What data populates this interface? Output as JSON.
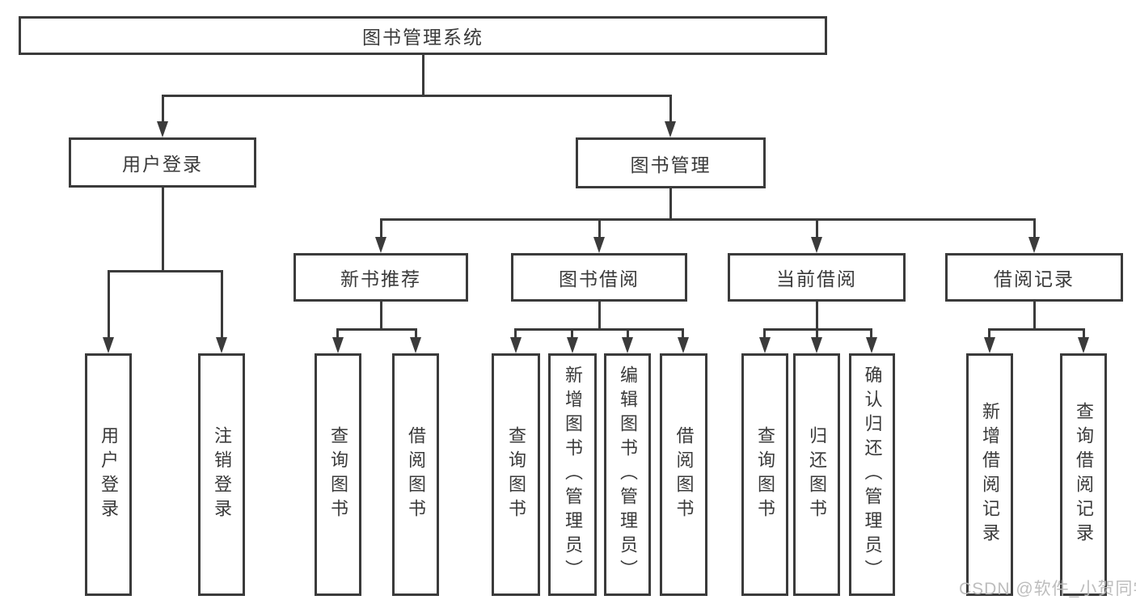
{
  "nodes": {
    "root": "图书管理系统",
    "level2": {
      "user_login": "用户登录",
      "book_mgmt": "图书管理"
    },
    "level3": {
      "new_book": "新书推荐",
      "book_borrow": "图书借阅",
      "current_borrow": "当前借阅",
      "borrow_records": "借阅记录"
    },
    "leaves": {
      "user_login": [
        "用户登录",
        "注销登录"
      ],
      "new_book": [
        "查询图书",
        "借阅图书"
      ],
      "book_borrow": [
        "查询图书",
        "新增图书（管理员）",
        "编辑图书（管理员）",
        "借阅图书"
      ],
      "current_borrow": [
        "查询图书",
        "归还图书",
        "确认归还（管理员）"
      ],
      "borrow_records": [
        "新增借阅记录",
        "查询借阅记录"
      ]
    }
  },
  "watermark": "CSDN @软件_小贺同学",
  "colors": {
    "line": "#3b3b3b",
    "text": "#3a3a3a",
    "watermark": "#b9b9b9",
    "background": "#ffffff"
  }
}
